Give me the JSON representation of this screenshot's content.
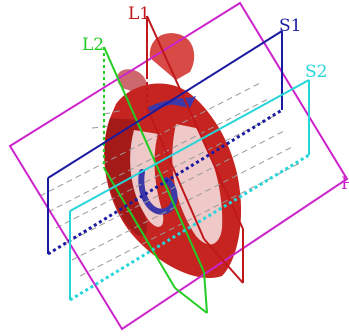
{
  "labels": {
    "l1": "L1",
    "l2": "L2",
    "s1": "S1",
    "s2": "S2",
    "h": "H"
  },
  "colors": {
    "l1": "#c0181a",
    "l2": "#22cc22",
    "s1": "#1a1aa0",
    "s2": "#25d5d8",
    "h": "#cc22cc",
    "heart_wall": "#c62420",
    "heart_shadow": "#7a1010",
    "chamber": "#f3dada",
    "vessel": "#3c38a8"
  },
  "icons": {
    "heart": "heart-illustration",
    "arrow": "blood-flow-arrow"
  }
}
